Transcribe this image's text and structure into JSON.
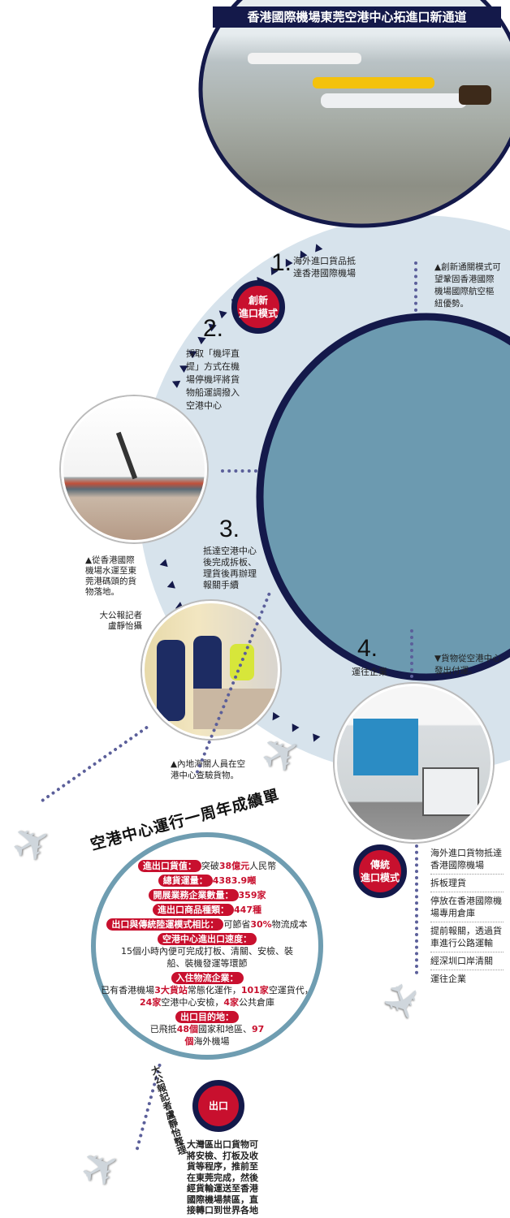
{
  "title": "香港國際機場東莞空港中心拓進口新通道",
  "colors": {
    "navy": "#14194a",
    "red": "#c8102e",
    "light_blue": "#d7e3ec",
    "teal": "#6c9ab0"
  },
  "innovative": {
    "badge": "創新\n進口模式",
    "steps": [
      {
        "num": "1.",
        "text": "海外進口貨品抵達香港國際機場"
      },
      {
        "num": "2.",
        "text": "採取「機坪直提」方式在機場停機坪將貨物船運調撥入空港中心"
      },
      {
        "num": "3.",
        "text": "抵達空港中心後完成拆板、理貨後再辦理報關手續"
      },
      {
        "num": "4.",
        "text": "運往企業"
      }
    ]
  },
  "captions": {
    "airport": "▲創新通關模式可望鞏固香港國際機場國際航空樞紐優勢。",
    "harbor": "▲從香港國際機場水運至東莞港碼頭的貨物落地。",
    "credit": "大公報記者\n盧靜怡攝",
    "customs": "▲內地海關人員在空港中心查驗貨物。",
    "dispatch": "▼貨物從空港中心發出付運。"
  },
  "summary": {
    "title": "空港中心運行一周年成績單",
    "items": [
      {
        "label": "進出口貨值：",
        "pre": "突破",
        "hl": "38億元",
        "post": "人民幣"
      },
      {
        "label": "總貨運量：",
        "hl": "4383.9噸"
      },
      {
        "label": "開展業務企業數量：",
        "hl": "359家"
      },
      {
        "label": "進出口商品種類：",
        "hl": "447種"
      },
      {
        "label": "出口與傳統陸運模式相比：",
        "pre": "可節省",
        "hl": "30%",
        "post": "物流成本"
      }
    ],
    "speed_label": "空港中心進出口速度：",
    "speed_text": "15個小時內便可完成打板、清關、安檢、裝船、裝機發運等環節",
    "tenants_label": "入住物流企業：",
    "tenants": {
      "a": "已有香港機場",
      "b": "3大貨站",
      "c": "常態化運作，",
      "d": "101家",
      "e": "空運貨代，",
      "f": "24家",
      "g": "空港中心安檢，",
      "h": "4家",
      "i": "公共倉庫"
    },
    "dest_label": "出口目的地：",
    "dest": {
      "a": "已飛抵",
      "b": "48個",
      "c": "國家和地區、",
      "d": "97個",
      "e": "海外機場"
    }
  },
  "traditional": {
    "badge": "傳統\n進口模式",
    "steps": [
      "海外進口貨物抵達香港國際機場",
      "拆板理貨",
      "停放在香港國際機場專用倉庫",
      "提前報關，透過貨車進行公路運輸",
      "經深圳口岸清關",
      "運往企業"
    ]
  },
  "export": {
    "badge": "出口",
    "text": "大灣區出口貨物可將安檢、打板及收貨等程序，推前至在東莞完成，然後經貨輪運送至香港國際機場禁區，直接轉口到世界各地"
  },
  "byline": "大公報記者盧靜怡整理"
}
